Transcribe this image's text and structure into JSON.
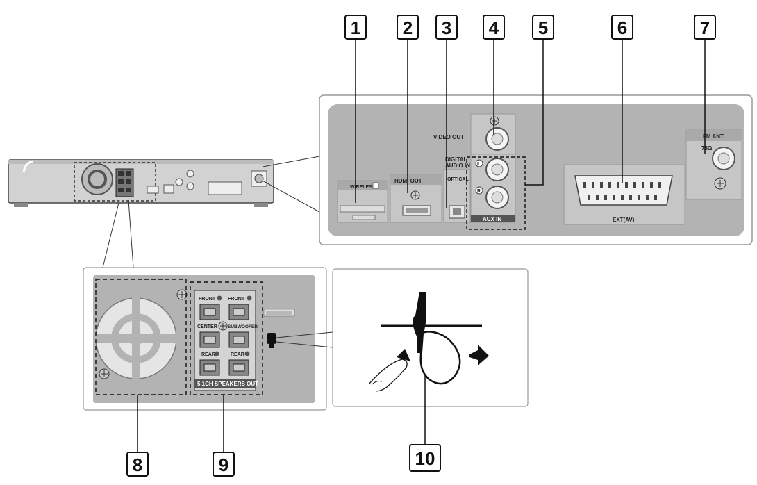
{
  "callouts": {
    "c1": "1",
    "c2": "2",
    "c3": "3",
    "c4": "4",
    "c5": "5",
    "c6": "6",
    "c7": "7",
    "c8": "8",
    "c9": "9",
    "c10": "10"
  },
  "rear_panel": {
    "wireless": "WIRELESS",
    "hdmi_out": "HDMI OUT",
    "digital_audio_in_1": "DIGITAL",
    "digital_audio_in_2": "AUDIO IN",
    "optical": "OPTICAL",
    "video_out": "VIDEO OUT",
    "aux_l": "L",
    "aux_r": "R",
    "aux_in": "AUX IN",
    "ext_av": "EXT(AV)",
    "fm_ant": "FM ANT",
    "ohm": "75Ω"
  },
  "speaker_panel": {
    "front_left": "FRONT",
    "front_right": "FRONT",
    "center": "CENTER",
    "subwoofer": "SUBWOOFER",
    "rear_left": "REAR",
    "rear_right": "REAR",
    "speakers_out": "5.1CH SPEAKERS OUT"
  }
}
